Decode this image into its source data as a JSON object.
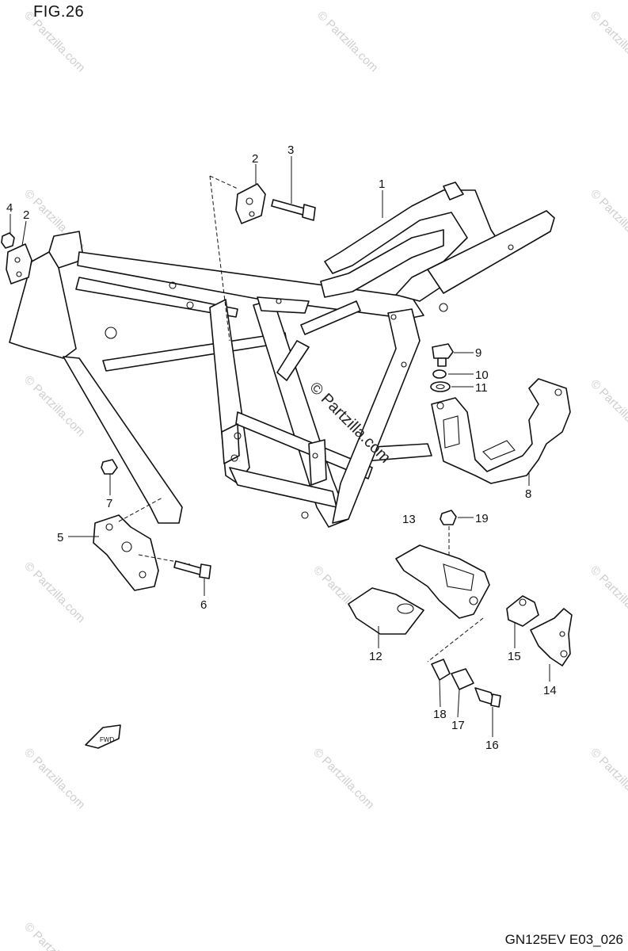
{
  "figure": {
    "title": "FIG.26",
    "code": "GN125EV E03_026"
  },
  "watermark": {
    "small": "© Partzilla.com",
    "center": "© Partzilla.com"
  },
  "callouts": {
    "c1": "1",
    "c2a": "2",
    "c2b": "2",
    "c3": "3",
    "c4": "4",
    "c5": "5",
    "c6": "6",
    "c7": "7",
    "c8": "8",
    "c9": "9",
    "c10": "10",
    "c11": "11",
    "c12": "12",
    "c13": "13",
    "c14": "14",
    "c15": "15",
    "c16": "16",
    "c17": "17",
    "c18": "18",
    "c19": "19"
  },
  "fwd_mark": "FWD"
}
